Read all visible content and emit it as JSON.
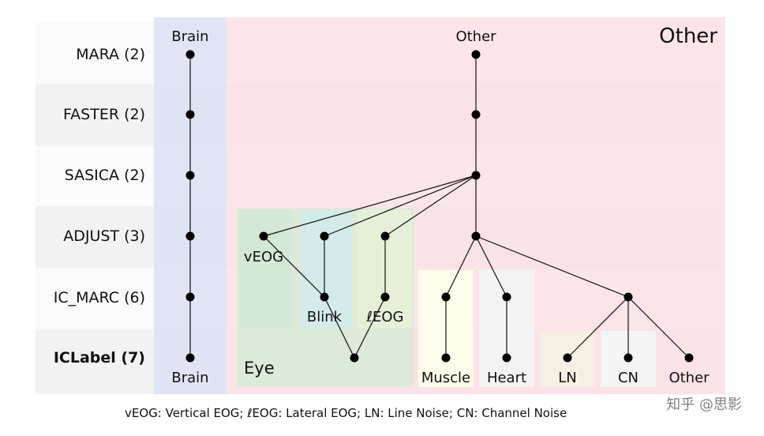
{
  "rows": [
    {
      "label": "MARA (2)",
      "bold": false
    },
    {
      "label": "FASTER (2)",
      "bold": false
    },
    {
      "label": "SASICA (2)",
      "bold": false
    },
    {
      "label": "ADJUST (3)",
      "bold": false
    },
    {
      "label": "IC_MARC (6)",
      "bold": false
    },
    {
      "label": "ICLabel (7)",
      "bold": true
    }
  ],
  "labels": {
    "brain_top": "Brain",
    "other_top": "Other",
    "other_region": "Other",
    "veog": "vEOG",
    "blink": "Blink",
    "leog": "ℓEOG",
    "eye_region": "Eye",
    "brain_bottom": "Brain",
    "muscle": "Muscle",
    "heart": "Heart",
    "ln": "LN",
    "cn": "CN",
    "other_bottom": "Other"
  },
  "caption": "vEOG: Vertical EOG; ℓEOG: Lateral EOG; LN: Line Noise; CN: Channel Noise",
  "watermark": "知乎 @思影",
  "colors": {
    "brain_region": "#dde1f3",
    "other_region": "#fbe0e4",
    "row_band": "#f2f2f2",
    "eye_region": "#dde9d9",
    "veog_region": "#d3e8d5",
    "blink_region": "#d3ebe9",
    "leog_region": "#e6f0d9",
    "muscle_region": "#fdfbe9",
    "heart_region": "#f3f3f3",
    "ln_region": "#f6efe4",
    "cn_region": "#f4f4f4"
  }
}
